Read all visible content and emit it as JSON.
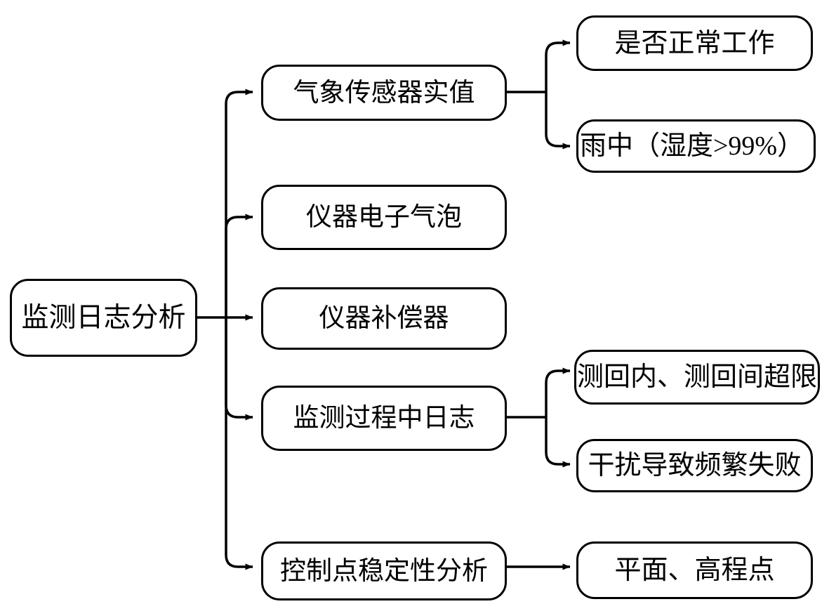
{
  "diagram": {
    "title": "监测日志分析",
    "type": "flowchart",
    "orientation": "left-to-right",
    "colors": {
      "stroke": "#000000",
      "fill": "#ffffff",
      "text": "#000000"
    },
    "root": {
      "id": "root",
      "label": "监测日志分析"
    },
    "level2": [
      {
        "id": "sensor",
        "label": "气象传感器实值"
      },
      {
        "id": "bubble",
        "label": "仪器电子气泡"
      },
      {
        "id": "compensator",
        "label": "仪器补偿器"
      },
      {
        "id": "processlog",
        "label": "监测过程中日志"
      },
      {
        "id": "stability",
        "label": "控制点稳定性分析"
      }
    ],
    "level3": [
      {
        "id": "normal-work",
        "parent": "sensor",
        "label": "是否正常工作"
      },
      {
        "id": "raining",
        "parent": "sensor",
        "label": "雨中（湿度>99%）"
      },
      {
        "id": "over-limit",
        "parent": "processlog",
        "label": "测回内、测回间超限"
      },
      {
        "id": "frequent-fail",
        "parent": "processlog",
        "label": "干扰导致频繁失败"
      },
      {
        "id": "plane-height",
        "parent": "stability",
        "label": "平面、高程点"
      }
    ]
  }
}
